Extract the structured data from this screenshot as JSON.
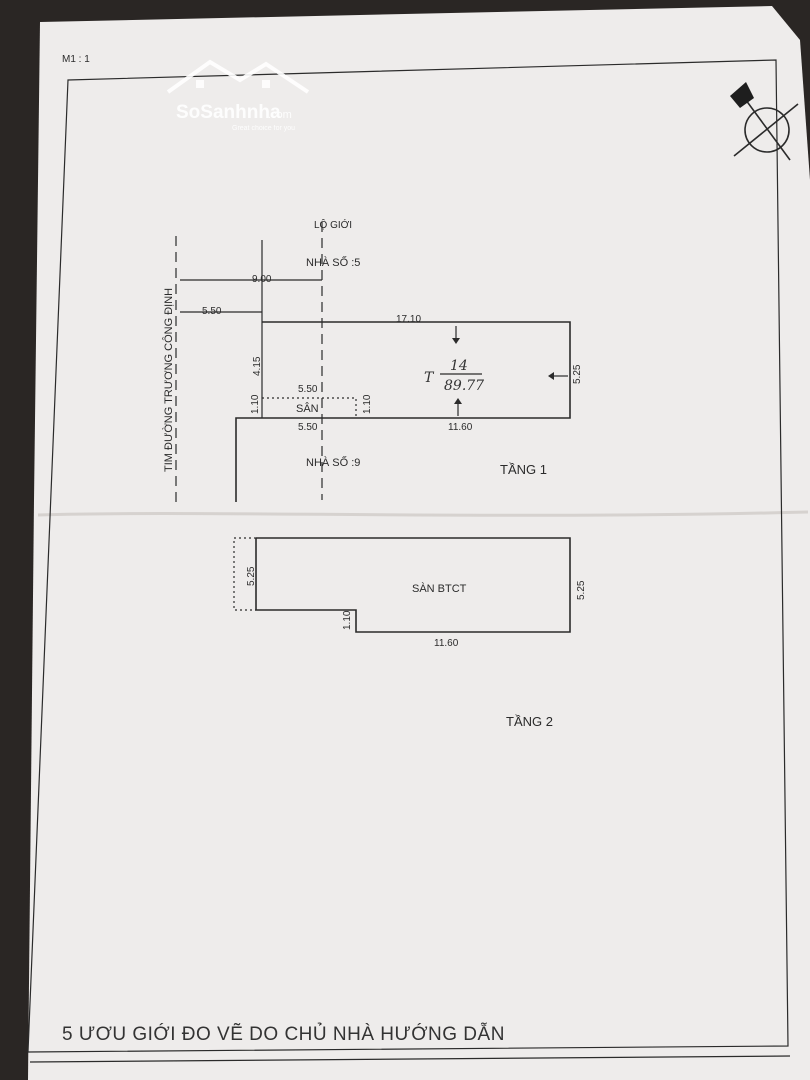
{
  "watermark": {
    "brand": "SoSanhnha",
    "domain": ".com",
    "tagline": "Great choice for you"
  },
  "sheet": {
    "corner_mark": "M1 : 1"
  },
  "drawing": {
    "setback_label": "LỘ GIỚI",
    "neighbor_north": "NHÀ SỐ :5",
    "neighbor_south": "NHÀ SỐ :9",
    "street_centerline": "TIM ĐƯỜNG TRƯƠNG CÔNG ĐỊNH",
    "floor1": {
      "dim_top_left": "9.00",
      "dim_setback": "5.50",
      "dim_length": "17.10",
      "dim_depth_left": "4.15",
      "dim_width_right": "5.25",
      "dim_san_top": "5.50",
      "dim_san_left": "1.10",
      "dim_san_right": "1.10",
      "san_label": "SÂN",
      "dim_san_bottom": "5.50",
      "dim_bottom": "11.60",
      "land_label_prefix": "T",
      "land_number": "14",
      "land_area": "89.77",
      "title": "TẦNG 1"
    },
    "floor2": {
      "dim_left": "5.25",
      "slab_label": "SÀN BTCT",
      "dim_right": "5.25",
      "dim_notch": "1.10",
      "dim_bottom": "11.60",
      "title": "TẦNG 2"
    }
  },
  "footer": {
    "note": "5 ƯƠU GIỚI ĐO VẼ DO CHỦ NHÀ HƯỚNG DẪN"
  }
}
